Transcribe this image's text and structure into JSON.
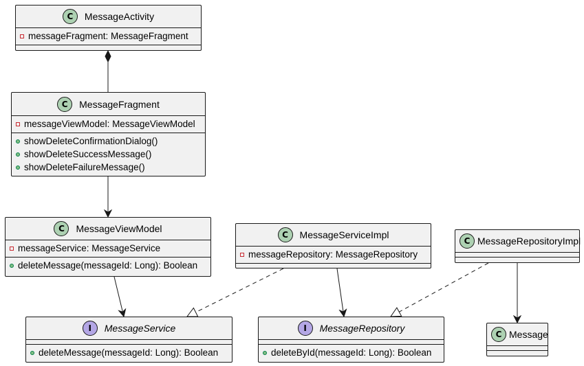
{
  "diagram": {
    "classes": {
      "message_activity": {
        "stereotype": "C",
        "name": "MessageActivity",
        "fields": [
          "messageFragment: MessageFragment"
        ]
      },
      "message_fragment": {
        "stereotype": "C",
        "name": "MessageFragment",
        "fields": [
          "messageViewModel: MessageViewModel"
        ],
        "methods": [
          "showDeleteConfirmationDialog()",
          "showDeleteSuccessMessage()",
          "showDeleteFailureMessage()"
        ]
      },
      "message_view_model": {
        "stereotype": "C",
        "name": "MessageViewModel",
        "fields": [
          "messageService: MessageService"
        ],
        "methods": [
          "deleteMessage(messageId: Long): Boolean"
        ]
      },
      "message_service_impl": {
        "stereotype": "C",
        "name": "MessageServiceImpl",
        "fields": [
          "messageRepository: MessageRepository"
        ]
      },
      "message_repository_impl": {
        "stereotype": "C",
        "name": "MessageRepositoryImpl"
      },
      "message_service": {
        "stereotype": "I",
        "name": "MessageService",
        "methods": [
          "deleteMessage(messageId: Long): Boolean"
        ]
      },
      "message_repository": {
        "stereotype": "I",
        "name": "MessageRepository",
        "methods": [
          "deleteById(messageId: Long): Boolean"
        ]
      },
      "message": {
        "stereotype": "C",
        "name": "Message"
      }
    },
    "relationships": [
      {
        "from": "MessageActivity",
        "to": "MessageFragment",
        "type": "composition"
      },
      {
        "from": "MessageFragment",
        "to": "MessageViewModel",
        "type": "association"
      },
      {
        "from": "MessageViewModel",
        "to": "MessageService",
        "type": "association"
      },
      {
        "from": "MessageServiceImpl",
        "to": "MessageService",
        "type": "realization"
      },
      {
        "from": "MessageServiceImpl",
        "to": "MessageRepository",
        "type": "association"
      },
      {
        "from": "MessageRepositoryImpl",
        "to": "MessageRepository",
        "type": "realization"
      },
      {
        "from": "MessageRepositoryImpl",
        "to": "Message",
        "type": "association"
      }
    ],
    "colors": {
      "class_fill": "#f1f1f1",
      "border": "#181818",
      "class_badge": "#add1b2",
      "interface_badge": "#b4a7e5",
      "private_marker": "#c82930",
      "public_marker": "#84be84"
    }
  }
}
